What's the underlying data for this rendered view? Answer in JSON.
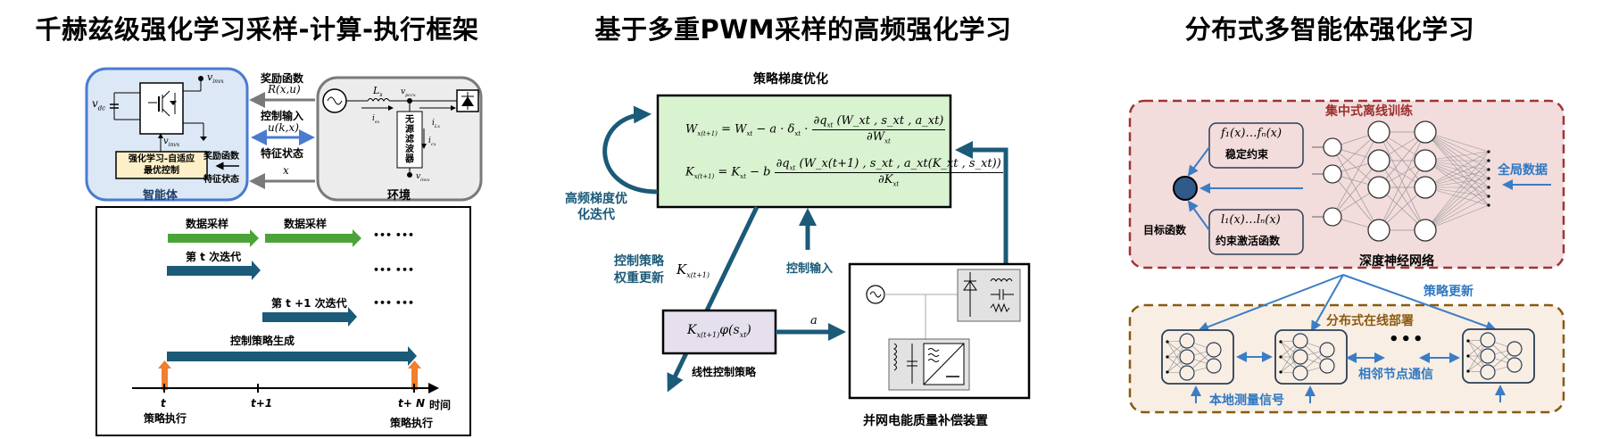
{
  "panels": [
    {
      "title": "千赫兹级强化学习采样-计算-执行框架",
      "agent": {
        "label": "智能体",
        "controller_label": [
          "强化学习-自适应",
          "最优控制"
        ],
        "inner_reward": "奖励函数",
        "inner_state": "特征状态",
        "v_dc": "v",
        "v_dc_sub": "dc",
        "v_inv": "v",
        "v_inv_sub": "invx",
        "v_inv_ref_sub": "invx"
      },
      "links": {
        "reward": "奖励函数",
        "reward_math": "R(x,u)",
        "control": "控制输入",
        "control_math": "u(k,x)",
        "state": "特征状态",
        "state_math": "x"
      },
      "environment": {
        "label": "环境",
        "filter_label": "无源滤波器",
        "filter_var": "x",
        "inductor": "L",
        "inductor_sub": "s",
        "v_pcc_sub": "pccx",
        "i_sx_sub": "sx",
        "i_lx_sub": "Lx",
        "i_cx_sub": "cx",
        "v_inv_sub": "invx"
      },
      "timeline": {
        "sampling_1": "数据采样",
        "sampling_2": "数据采样",
        "iter_t": "第 t 次迭代",
        "iter_t1": "第 t +1 次迭代",
        "policy_gen": "控制策略生成",
        "ellipsis": "••• •••",
        "ticks": [
          "t",
          "t+1",
          "t+ N"
        ],
        "axis_label": "时间",
        "exec_start": "策略执行",
        "exec_end": "策略执行"
      }
    },
    {
      "title": "基于多重PWM采样的高频强化学习",
      "opt_title": "策略梯度优化",
      "eq1_lhs": "W",
      "eq1_lhs_sub": "x(t+1)",
      "eq1_rhs": "= W",
      "eq1_rhs_sub": "xt",
      "eq1_term": "− a · δ",
      "eq1_term_sub": "xt",
      "eq1_num": "∂q",
      "eq1_num_sub": "xt",
      "eq1_num_args": "(W_xt , s_xt , a_xt)",
      "eq1_den": "∂W",
      "eq1_den_sub": "xt",
      "eq2_lhs": "K",
      "eq2_lhs_sub": "x(t+1)",
      "eq2_rhs": "= K",
      "eq2_rhs_sub": "xt",
      "eq2_term": "− b",
      "eq2_num": "∂q",
      "eq2_num_sub": "xt",
      "eq2_num_args": "(W_x(t+1) , s_xt , a_xt(K_xt , s_xt))",
      "eq2_den": "∂K",
      "eq2_den_sub": "xt",
      "loop_label": [
        "高频梯度优",
        "化迭代"
      ],
      "weight_update": [
        "控制策略",
        "权重更新"
      ],
      "weight_math": "K",
      "weight_math_sub": "x(t+1)",
      "control_input": "控制输入",
      "policy_box": "K",
      "policy_box_sub": "x(t+1)",
      "policy_box_rest": "φ(s",
      "policy_box_rest_sub": "xt",
      "policy_box_end": ")",
      "policy_label": "线性控制策略",
      "action": "a",
      "device_label": "并网电能质量补偿装置"
    },
    {
      "title": "分布式多智能体强化学习",
      "central": {
        "label": "集中式离线训练",
        "objective": "目标函数",
        "stable_math": "f₁(x)…fₙ(x)",
        "stable": "稳定约束",
        "activation_math": "l₁(x)…lₙ(x)",
        "activation": "约束激活函数",
        "dnn": "深度神经网络",
        "global_data": "全局数据"
      },
      "policy_update": "策略更新",
      "distributed": {
        "label": "分布式在线部署",
        "local_signal": "本地测量信号",
        "neighbor_comm": "相邻节点通信",
        "ellipsis": "•••"
      }
    }
  ],
  "colors": {
    "agent_fill": "#dce8f5",
    "agent_border": "#4a7bd0",
    "env_fill": "#ececec",
    "env_border": "#7a7a7a",
    "teal": "#1b5a78",
    "green_arrow": "#4aa43a",
    "orange_arrow": "#f07f2e",
    "eq_fill": "#d9f2d0",
    "policy_fill": "#e6e0ee",
    "central_fill": "#f3dcdc",
    "central_border": "#a03434",
    "dist_fill": "#f8eee4",
    "dist_border": "#8a5a10",
    "blue": "#3b7dc4"
  }
}
